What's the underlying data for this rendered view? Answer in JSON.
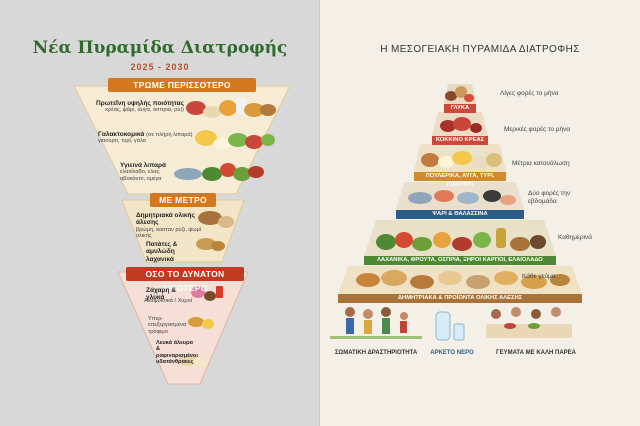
{
  "left": {
    "title": "Νέα Πυραμίδα Διατροφής",
    "years": "2025 - 2030",
    "ribbon_more": "ΤΡΩΜΕ ΠΕΡΙΣΣΟΤΕΡΟ",
    "ribbon_moderate": "ΜΕ ΜΕΤΡΟ",
    "ribbon_less": "ΟΣΟ ΤΟ ΔΥΝΑΤΟΝ ΛΙΓΟΤΕΡΟ",
    "protein": "Πρωτεΐνη υψηλής ποιότητας",
    "protein_sub": "κρέας, ψάρι, αυγά, όσπρια, ρύζι",
    "dairy": "Γαλακτοκομικά",
    "dairy_note": "(σε πλήρη λιπαρά)",
    "dairy_sub": "γιαούρτι, τυρί, γάλα",
    "fats": "Υγιεινά λιπαρά",
    "fats_sub": "ελαιόλαδο, ελιές αβοκάντο, ομέγα",
    "grains": "Δημητριακά ολικής άλεσης",
    "grains_sub": "βρώμη, κασταν ρυζι, ψωμί ολικής",
    "potatoes": "Πατάτες & αμυλώδη λαχανικά",
    "sugar": "Ζάχαρη & γλυκά",
    "drinks": "Αναψυκτικά / Χυμοί",
    "processed": "Υπερ-επεξεργασμένα τρόφιμα",
    "white_flour": "Λευκά άλευρα & ραφιναρισμένοι υδατάνθρακες"
  },
  "right": {
    "title": "Η ΜΕΣΟΓΕΙΑΚΗ ΠΥΡΑΜΙΔΑ ΔΙΑΤΡΟΦΗΣ",
    "sweets": "ΓΛΥΚΑ",
    "red_meat": "ΚΟΚΚΙΝΟ ΚΡΕΑΣ",
    "dairy": "ΠΟΥΛΕΡΙΚΑ, ΑΥΓΑ, ΤΥΡΙ, ΓΙΑΟΥΡΤΙ",
    "fish": "ΨΑΡΙ & ΘΑΛΑΣΣΙΝΑ",
    "veg": "ΛΑΧΑΝΙΚΑ, ΦΡΟΥΤΑ, ΟΣΠΡΙΑ, ΞΗΡΟΙ ΚΑΡΠΟΙ, ΕΛΑΙΟΛΑΔΟ",
    "grains": "ΔΗΜΗΤΡΙΑΚΑ & ΠΡΟΪΟΝΤΑ ΟΛΙΚΗΣ ΑΛΕΣΗΣ",
    "n1": "Λίγες φορές το μήνα",
    "n2": "Μερικές φορές το μήνα",
    "n3": "Μέτρια κατανάλωση",
    "n4": "Δύο φορές την εβδομάδα",
    "n5": "Καθημερινά",
    "n6": "Κάθε γεύμα",
    "activity": "ΣΩΜΑΤΙΚΗ ΔΡΑΣΤΗΡΙΟΤΗΤΑ",
    "water": "ΑΡΚΕΤΟ ΝΕΡΟ",
    "meals": "ΓΕΥΜΑΤΑ ΜΕ ΚΑΛΗ ΠΑΡΕΑ"
  },
  "colors": {
    "green": "#2f6b2c",
    "orange": "#d4781f",
    "red": "#c23a22",
    "navy": "#2c5d8a"
  }
}
